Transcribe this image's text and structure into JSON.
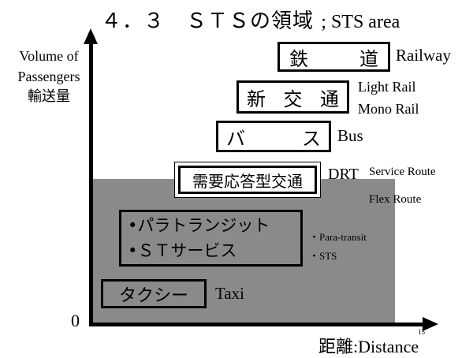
{
  "title": {
    "jp": "４．３　ＳＴＳの領域",
    "en": "; STS area"
  },
  "axes": {
    "y_label_en_line1": "Volume of",
    "y_label_en_line2": "Passengers",
    "y_label_jp": "輸送量",
    "x_label_jp": "距離",
    "x_label_en": ":Distance",
    "origin": "0"
  },
  "page_number": "15",
  "boxes": {
    "railway": [
      "鉄",
      "道"
    ],
    "new_transit": [
      "新",
      "交",
      "通"
    ],
    "bus": [
      "バ",
      "ス"
    ],
    "drt": "需要応答型交通",
    "para_line1": "•パラトランジット",
    "para_line2": "•ＳＴサービス",
    "taxi": "タクシー"
  },
  "labels": {
    "railway": "Railway",
    "light_rail": "Light Rail",
    "mono_rail": "Mono Rail",
    "bus": "Bus",
    "drt": "DRT",
    "service_route": "Service Route",
    "flex_route": "Flex Route",
    "para_transit": "・Para-transit",
    "sts": "・STS",
    "taxi": "Taxi"
  }
}
